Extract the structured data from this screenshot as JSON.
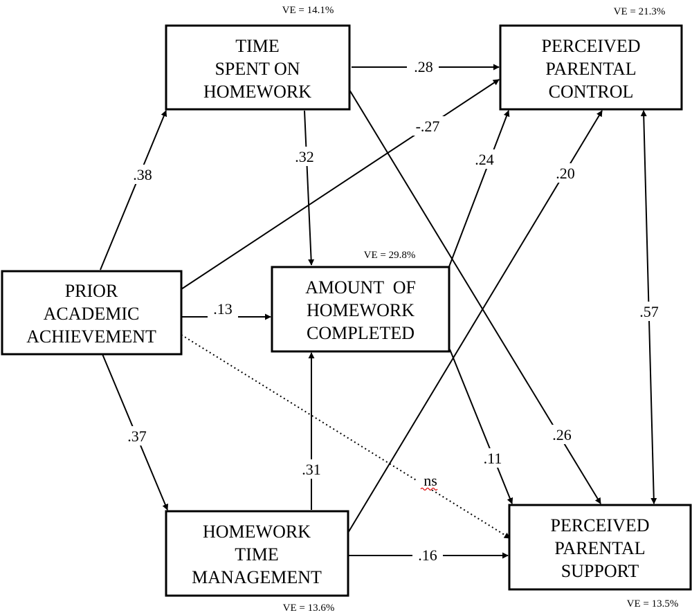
{
  "nodes": {
    "time_spent": {
      "lines": [
        "TIME",
        "SPENT ON",
        "HOMEWORK"
      ],
      "ve": "VE = 14.1%"
    },
    "parental_control": {
      "lines": [
        "PERCEIVED",
        "PARENTAL",
        "CONTROL"
      ],
      "ve": "VE = 21.3%"
    },
    "prior_achievement": {
      "lines": [
        "PRIOR",
        "ACADEMIC",
        "ACHIEVEMENT"
      ]
    },
    "amount_completed": {
      "lines": [
        "AMOUNT  OF",
        "HOMEWORK",
        "COMPLETED"
      ],
      "ve": "VE = 29.8%"
    },
    "time_management": {
      "lines": [
        "HOMEWORK",
        "TIME",
        "MANAGEMENT"
      ],
      "ve": "VE = 13.6%"
    },
    "parental_support": {
      "lines": [
        "PERCEIVED",
        "PARENTAL",
        "SUPPORT"
      ],
      "ve": "VE = 13.5%"
    }
  },
  "paths": {
    "time_to_control": ".28",
    "prior_to_control": "-.27",
    "time_to_amount": ".32",
    "amount_to_control": ".24",
    "management_to_control": ".20",
    "prior_to_time": ".38",
    "prior_to_amount": ".13",
    "control_support": ".57",
    "prior_to_management": ".37",
    "time_to_support": ".26",
    "amount_to_support": ".11",
    "management_to_amount": ".31",
    "prior_to_support": "ns",
    "management_to_support": ".16"
  }
}
